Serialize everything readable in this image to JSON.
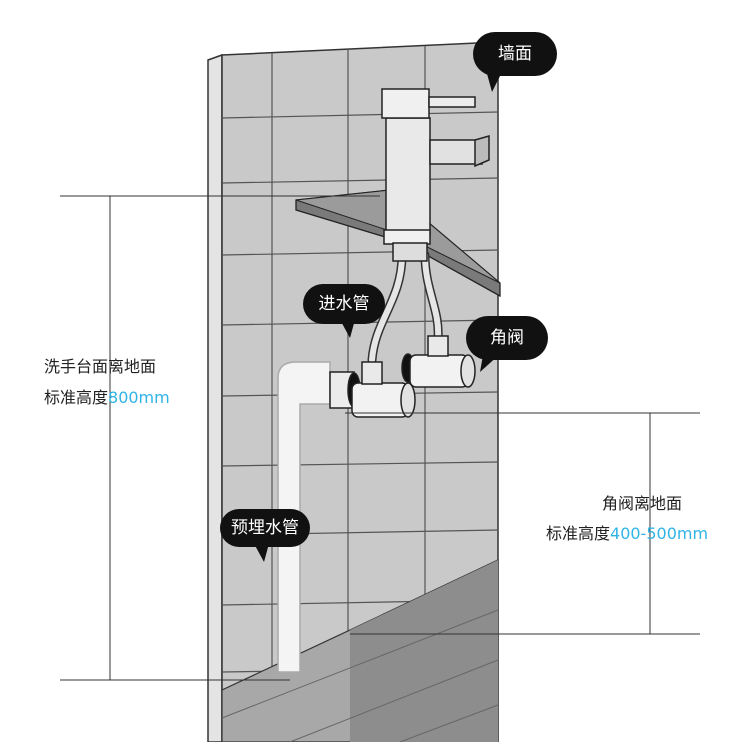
{
  "callouts": {
    "wall": "墙面",
    "inlet_pipe": "进水管",
    "angle_valve": "角阀",
    "embedded_pipe": "预埋水管"
  },
  "dimensions": {
    "basin": {
      "line1": "洗手台面离地面",
      "line2_prefix": "标准高度",
      "line2_value": "800mm"
    },
    "valve": {
      "line1": "角阀离地面",
      "line2_prefix": "标准高度",
      "line2_value": "400-500mm"
    }
  },
  "colors": {
    "accent": "#2fb4e6",
    "callout_bg": "#111111",
    "wall_tile": "#c9c9c9",
    "floor": "#9a9a9a"
  }
}
